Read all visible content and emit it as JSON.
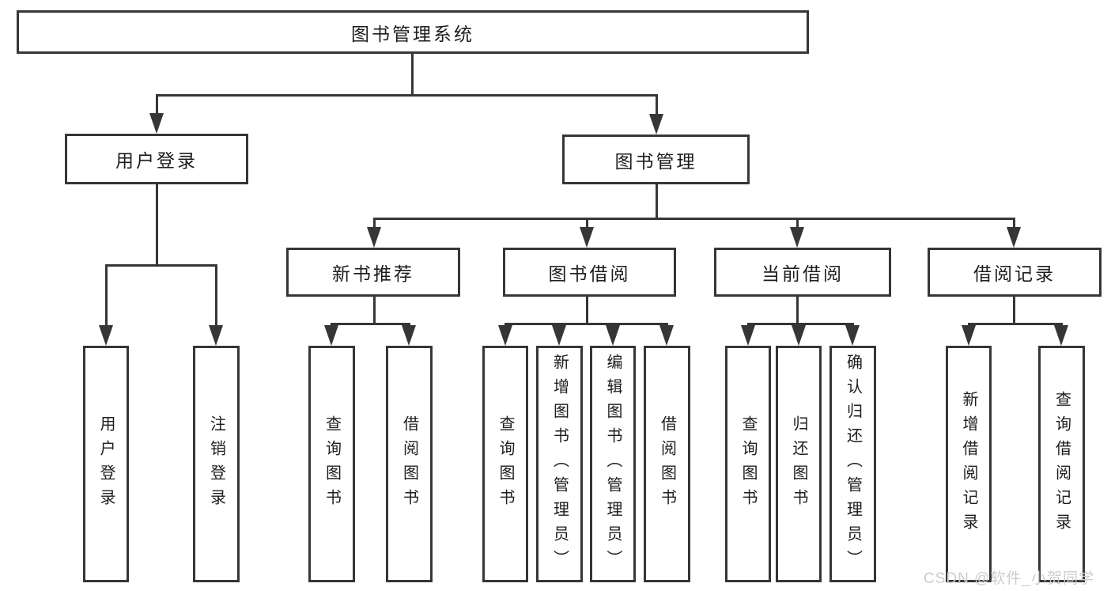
{
  "diagram": {
    "root": {
      "label": "图书管理系统"
    },
    "branches": [
      {
        "label": "用户登录",
        "children": [
          {
            "label": "用户登录"
          },
          {
            "label": "注销登录"
          }
        ]
      },
      {
        "label": "图书管理",
        "children": [
          {
            "label": "新书推荐",
            "children": [
              {
                "label": "查询图书"
              },
              {
                "label": "借阅图书"
              }
            ]
          },
          {
            "label": "图书借阅",
            "children": [
              {
                "label": "查询图书"
              },
              {
                "label": "新增图书（管理员）"
              },
              {
                "label": "编辑图书（管理员）"
              },
              {
                "label": "借阅图书"
              }
            ]
          },
          {
            "label": "当前借阅",
            "children": [
              {
                "label": "查询图书"
              },
              {
                "label": "归还图书"
              },
              {
                "label": "确认归还（管理员）"
              }
            ]
          },
          {
            "label": "借阅记录",
            "children": [
              {
                "label": "新增借阅记录"
              },
              {
                "label": "查询借阅记录"
              }
            ]
          }
        ]
      }
    ],
    "watermark": "CSDN @软件_小贺同学",
    "colors": {
      "line": "#363636",
      "box_border": "#363636",
      "box_fill": "#ffffff",
      "text": "#1d1d1d",
      "watermark": "#cdcdcd",
      "background": "#ffffff"
    }
  }
}
